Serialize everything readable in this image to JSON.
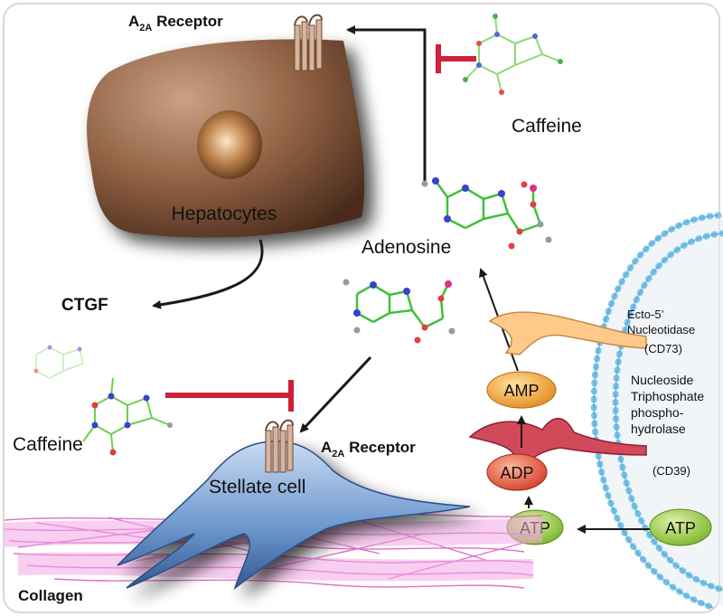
{
  "labels": {
    "a2a_top_main": "A",
    "a2a_top_sub": "2A",
    "a2a_top_rest": " Receptor",
    "hepatocytes": "Hepatocytes",
    "caffeine_top": "Caffeine",
    "adenosine": "Adenosine",
    "ctgf": "CTGF",
    "ecto_line1": "Ecto-5’",
    "ecto_line2": "Nucleotidase",
    "ecto_line3": "(CD73)",
    "ntpd_line1": "Nucleoside",
    "ntpd_line2": "Triphosphate",
    "ntpd_line3": "phospho-",
    "ntpd_line4": "hydrolase",
    "cd39": "(CD39)",
    "amp": "AMP",
    "adp": "ADP",
    "atp_inner": "ATP",
    "atp_outer": "ATP",
    "caffeine_left": "Caffeine",
    "a2a_bottom_main": "A",
    "a2a_bottom_sub": "2A",
    "a2a_bottom_rest": " Receptor",
    "stellate": "Stellate  cell",
    "collagen": "Collagen"
  },
  "colors": {
    "inhibit": "#d0203a",
    "arrow": "#1a1a1a",
    "amp_fill": "#f0a030",
    "adp_fill": "#e0523a",
    "atp_fill": "#8cc43c",
    "membrane": "#5ab0dc",
    "cell_brown": "#8a5a3c",
    "stellate_blue": "#6a9ad0",
    "collagen_pink": "#e070c8"
  }
}
